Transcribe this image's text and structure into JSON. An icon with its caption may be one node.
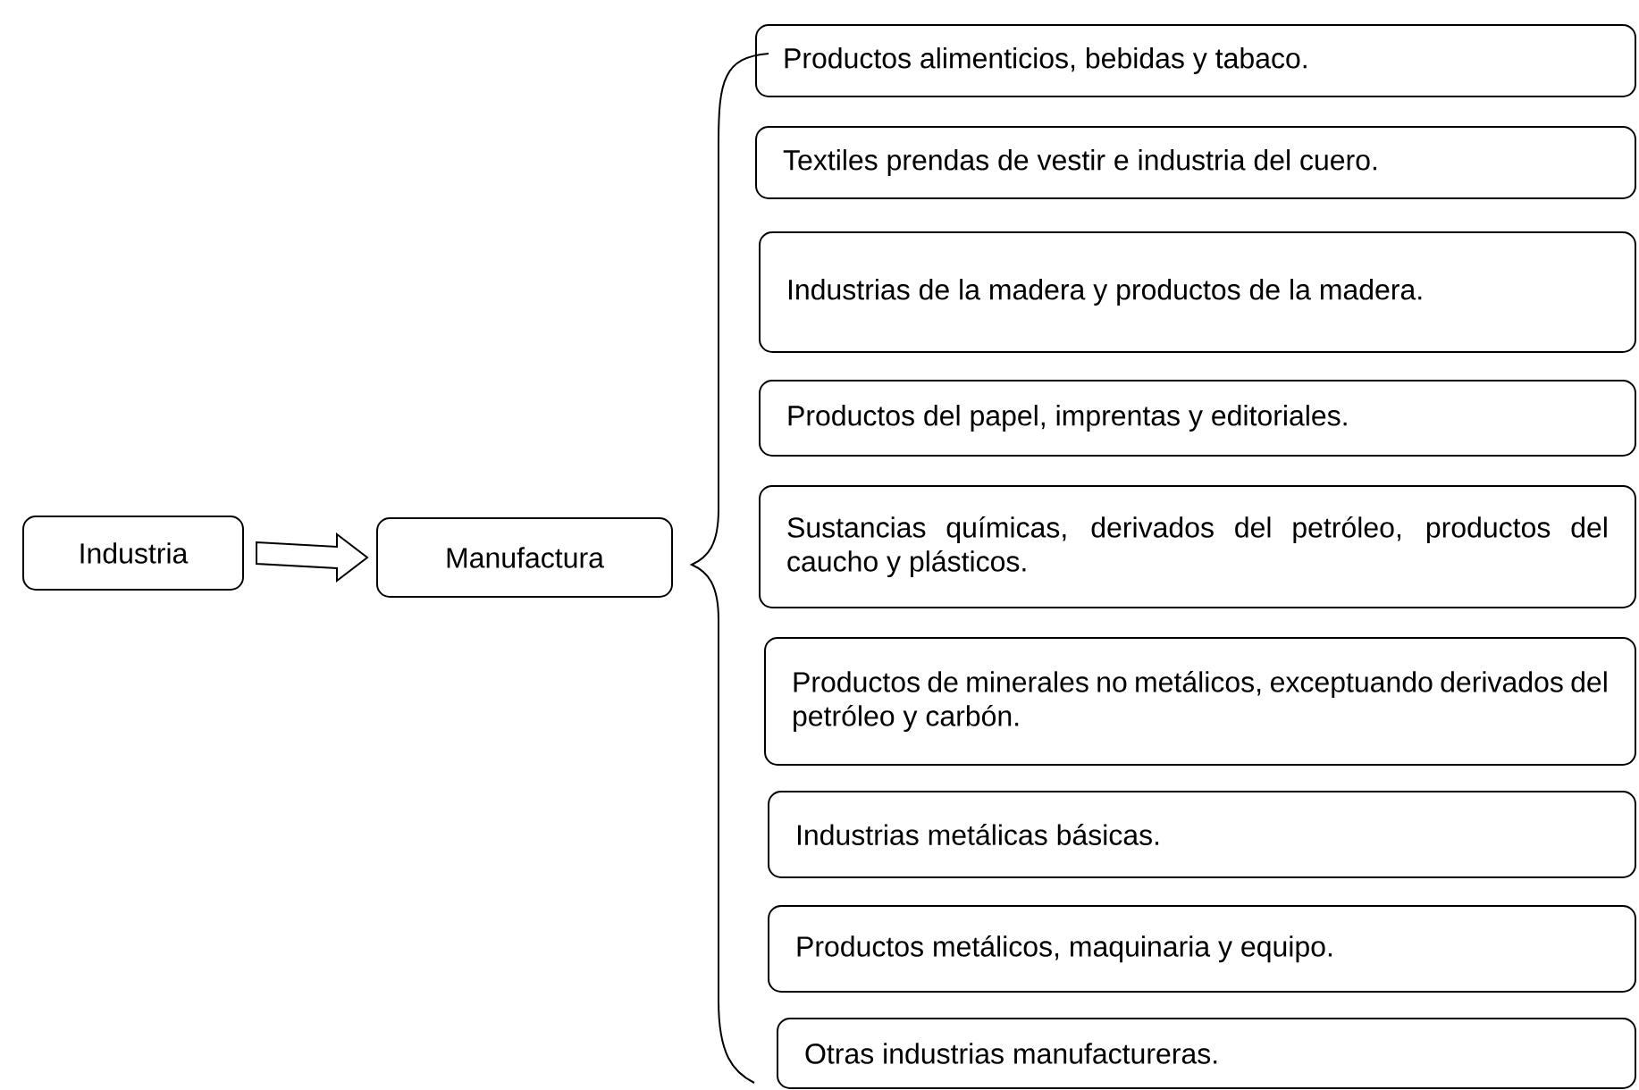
{
  "diagram": {
    "nodes": [
      {
        "text": [
          "Industria"
        ]
      },
      {
        "text": [
          "Manufactura"
        ]
      },
      {
        "text": [
          "Productos alimenticios, bebidas y tabaco."
        ]
      },
      {
        "text": [
          "Textiles prendas de vestir e industria del cuero."
        ]
      },
      {
        "text": [
          "Industrias de la madera y productos de la madera."
        ]
      },
      {
        "text": [
          "Productos del papel, imprentas y editoriales."
        ]
      },
      {
        "text": [
          "Sustancias químicas, derivados del petróleo, productos del caucho y plásticos."
        ]
      },
      {
        "text": [
          "Productos de minerales no metálicos, exceptuando derivados del petróleo y carbón."
        ]
      },
      {
        "text": [
          "Industrias metálicas básicas."
        ]
      },
      {
        "text": [
          "Productos metálicos, maquinaria y equipo."
        ]
      },
      {
        "text": [
          "Otras industrias manufactureras."
        ]
      }
    ],
    "edges": [
      {
        "from": 0,
        "to": 1,
        "arrow": "to"
      }
    ]
  }
}
